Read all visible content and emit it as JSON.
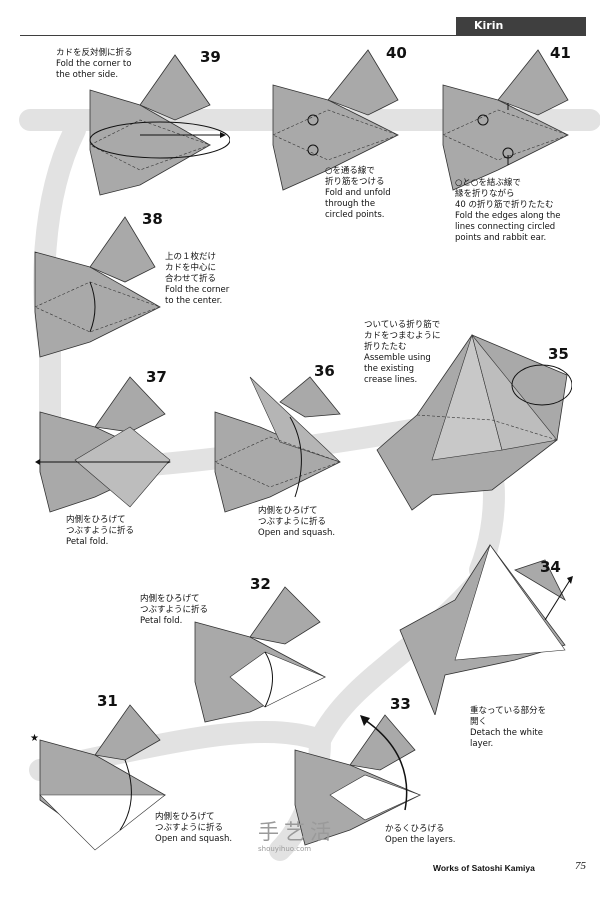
{
  "header": {
    "title": "Kirin"
  },
  "steps": [
    {
      "num": "39",
      "lines": [
        "カドを反対側に折る",
        "Fold the corner to",
        "the other side."
      ]
    },
    {
      "num": "40",
      "lines": [
        "○を通る線で",
        "折り筋をつける",
        "Fold and unfold",
        "through the",
        "circled points."
      ]
    },
    {
      "num": "41",
      "lines": [
        "○と○を結ぶ線で",
        "縁を折りながら",
        "40 の折り筋で折りたたむ",
        "Fold the edges along the",
        "lines connecting circled",
        "points and rabbit ear."
      ]
    },
    {
      "num": "38",
      "lines": [
        "上の１枚だけ",
        "カドを中心に",
        "合わせて折る",
        "Fold the corner",
        "to the center."
      ]
    },
    {
      "num": "35",
      "lines": [
        "ついている折り筋で",
        "カドをつまむように",
        "折りたたむ",
        "Assemble using",
        "the existing",
        "crease lines."
      ]
    },
    {
      "num": "37",
      "lines": [
        "内側をひろげて",
        "つぶすように折る",
        "Petal fold."
      ]
    },
    {
      "num": "36",
      "lines": [
        "内側をひろげて",
        "つぶすように折る",
        "Open and squash."
      ]
    },
    {
      "num": "34",
      "lines": [
        "重なっている部分を",
        "開く",
        "Detach the white",
        "layer."
      ]
    },
    {
      "num": "32",
      "lines": [
        "内側をひろげて",
        "つぶすように折る",
        "Petal fold."
      ]
    },
    {
      "num": "31",
      "lines": [
        "内側をひろげて",
        "つぶすように折る",
        "Open and squash."
      ]
    },
    {
      "num": "33",
      "lines": [
        "かるくひろげる",
        "Open the layers."
      ]
    }
  ],
  "star": "★",
  "footer": {
    "credit": "Works of Satoshi Kamiya",
    "page": "75"
  },
  "watermark": {
    "text": "手艺活",
    "url": "shouyihuo.com"
  },
  "colors": {
    "paper_gray": "#a9a9a9",
    "light_gray": "#d8d8d8",
    "path_gray": "#e2e2e2",
    "header_bg": "#3f3f3f",
    "white_layer": "#ffffff"
  }
}
